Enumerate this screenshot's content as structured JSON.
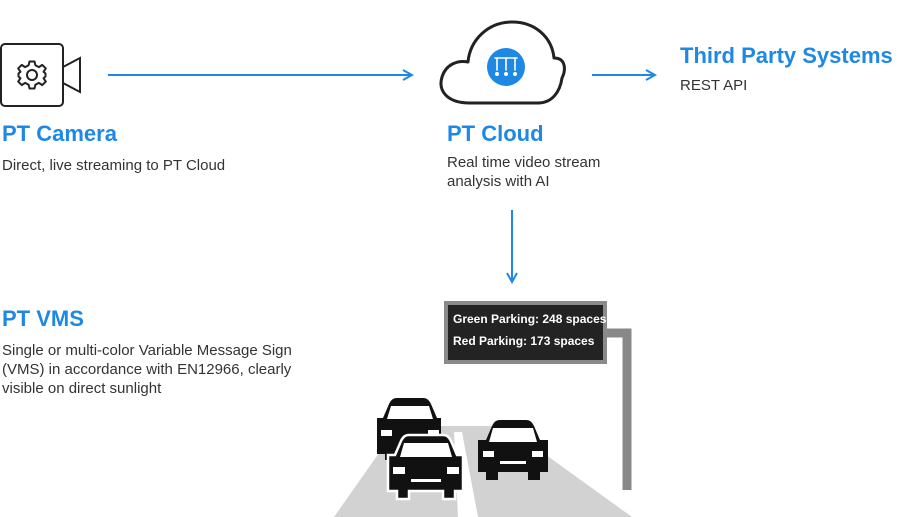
{
  "colors": {
    "accent": "#1e88e5",
    "text": "#333333",
    "sign_face": "#222222",
    "sign_frame": "#888888",
    "pole": "#888888",
    "road": "#d0d0d0",
    "car": "#111111"
  },
  "camera": {
    "icon": "camera-gear-icon",
    "title": "PT Camera",
    "description": "Direct, live streaming to PT Cloud"
  },
  "cloud": {
    "icon": "cloud-server-icon",
    "title": "PT Cloud",
    "description_lines": [
      "Real time video stream",
      "analysis with AI"
    ]
  },
  "third_party": {
    "title": "Third Party Systems",
    "description": "REST API"
  },
  "vms": {
    "title": "PT VMS",
    "description_lines": [
      "Single or multi-color Variable Message Sign",
      "(VMS) in accordance with EN12966, clearly",
      "visible on direct sunlight"
    ]
  },
  "sign": {
    "lines": [
      "Green Parking: 248 spaces",
      "Red Parking: 173 spaces"
    ]
  },
  "scene": {
    "road_icon": "road-icon",
    "car_icon": "car-icon",
    "pole_icon": "sign-pole-icon"
  }
}
